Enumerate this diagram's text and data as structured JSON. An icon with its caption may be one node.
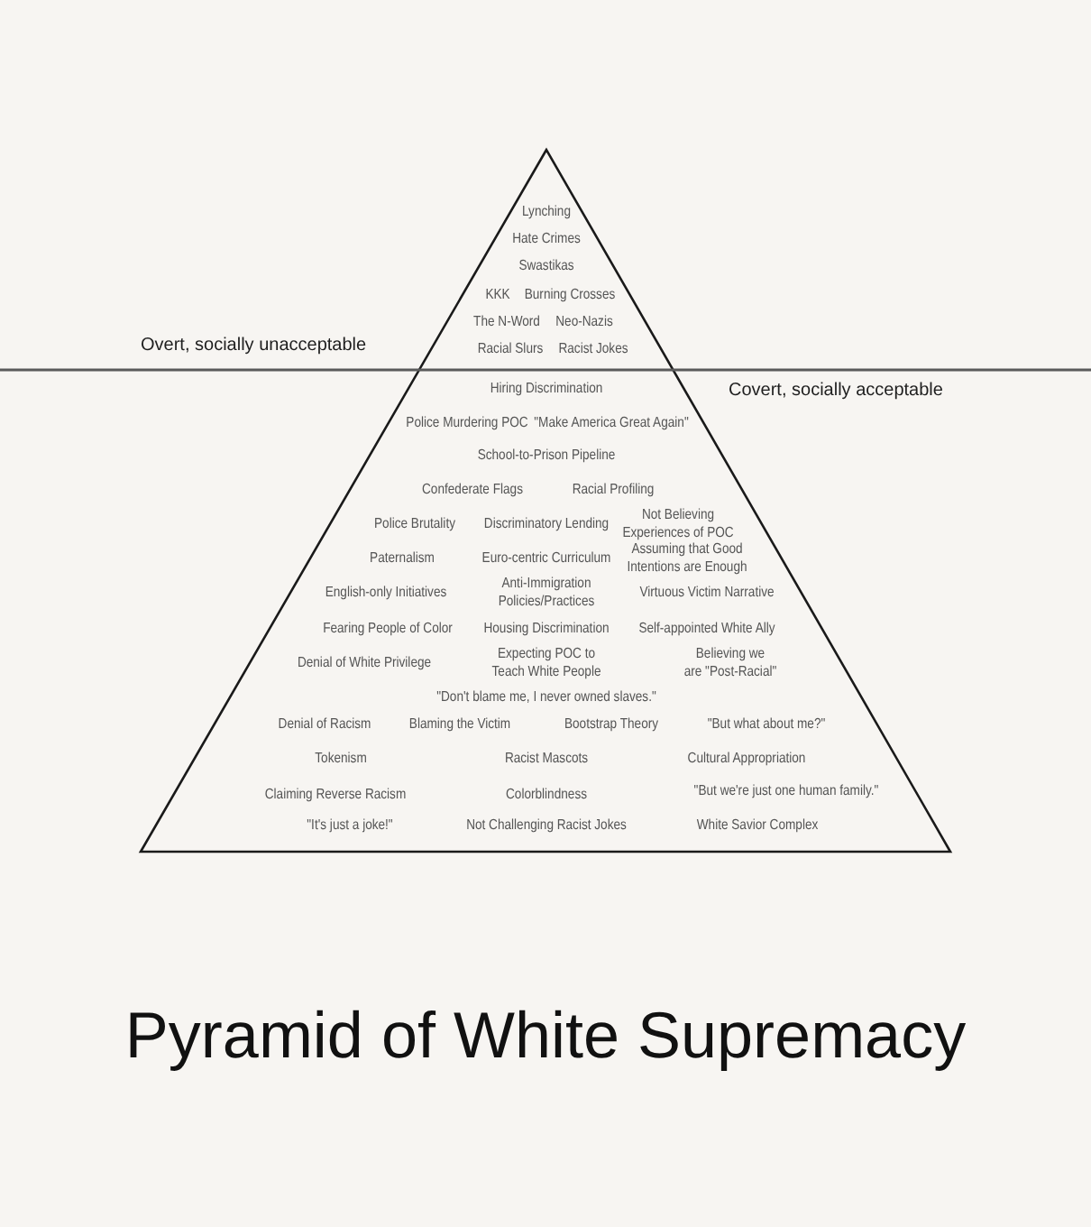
{
  "diagram": {
    "title": "Pyramid of White Supremacy",
    "nodes": [
      {
        "text": [
          "Lynching",
          "Hate Crimes",
          "Swastikas",
          "KKK",
          "Burning Crosses",
          "The N-Word",
          "Neo-Nazis",
          "Racial Slurs",
          "Racist Jokes",
          "Hiring Discrimination",
          "Police Murdering POC",
          "\"Make America Great Again\"",
          "School-to-Prison Pipeline",
          "Confederate Flags",
          "Racial Profiling",
          "Police Brutality",
          "Discriminatory Lending",
          "Not Believing Experiences of POC",
          "Paternalism",
          "Euro-centric Curriculum",
          "Assuming that Good Intentions are Enough",
          "English-only Initiatives",
          "Anti-Immigration Policies/Practices",
          "Virtuous Victim Narrative",
          "Fearing People of Color",
          "Housing Discrimination",
          "Self-appointed White Ally",
          "Denial of White Privilege",
          "Expecting POC to Teach White People",
          "Believing we are \"Post-Racial\"",
          "\"Don't blame me, I never owned slaves.\"",
          "Denial of Racism",
          "Blaming the Victim",
          "Bootstrap Theory",
          "\"But what about me?\"",
          "Tokenism",
          "Racist Mascots",
          "Cultural Appropriation",
          "Claiming Reverse Racism",
          "Colorblindness",
          "\"But we're just one human family.\"",
          "\"It's just a joke!\"",
          "Not Challenging Racist Jokes",
          "White Savior Complex"
        ]
      }
    ],
    "labels": [
      "Overt, socially unacceptable",
      "Covert, socially acceptable"
    ]
  }
}
